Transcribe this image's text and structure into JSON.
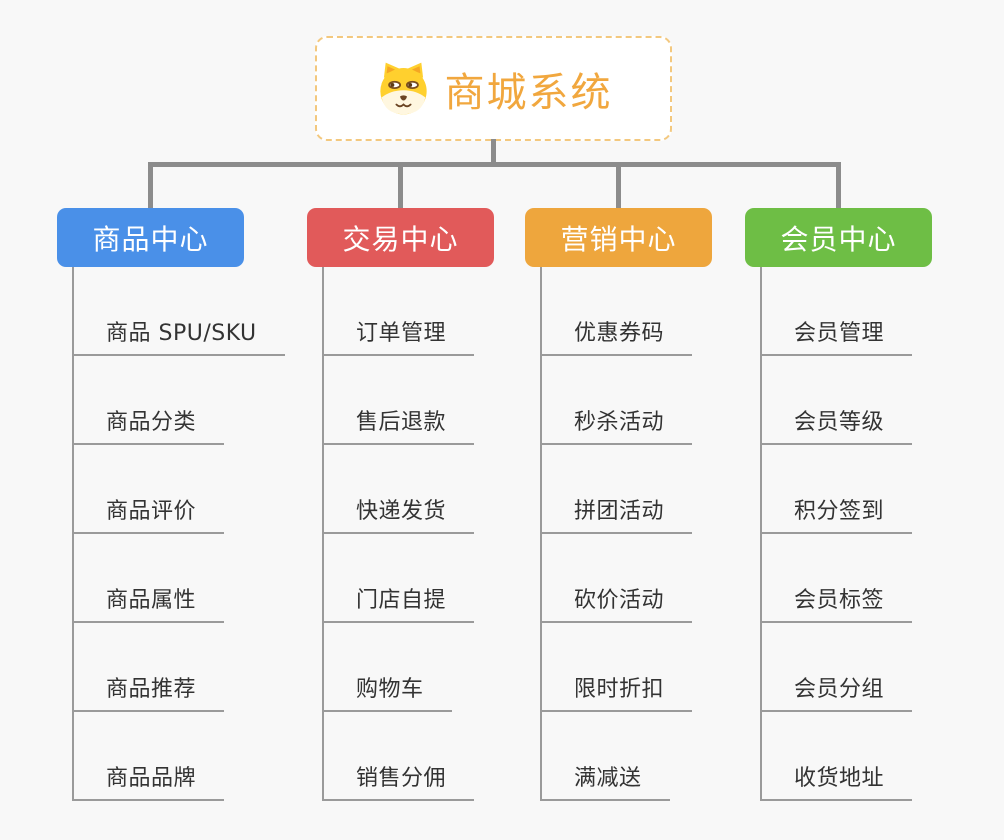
{
  "page": {
    "background": "#f8f8f8"
  },
  "colors": {
    "thin_line": "#9a9a9a",
    "thick_line": "#8c8c8c",
    "root_border": "#f3c87e",
    "root_title": "#f1a73e",
    "child_text": "#333333"
  },
  "root": {
    "title": "商城系统",
    "icon": "dog-face-icon"
  },
  "branches": [
    {
      "label": "商品中心",
      "color": "#4a90e8",
      "children": [
        "商品 SPU/SKU",
        "商品分类",
        "商品评价",
        "商品属性",
        "商品推荐",
        "商品品牌"
      ]
    },
    {
      "label": "交易中心",
      "color": "#e15a5a",
      "children": [
        "订单管理",
        "售后退款",
        "快递发货",
        "门店自提",
        "购物车",
        "销售分佣"
      ]
    },
    {
      "label": "营销中心",
      "color": "#eea63d",
      "children": [
        "优惠券码",
        "秒杀活动",
        "拼团活动",
        "砍价活动",
        "限时折扣",
        "满减送"
      ]
    },
    {
      "label": "会员中心",
      "color": "#6ebe45",
      "children": [
        "会员管理",
        "会员等级",
        "积分签到",
        "会员标签",
        "会员分组",
        "收货地址"
      ]
    }
  ]
}
